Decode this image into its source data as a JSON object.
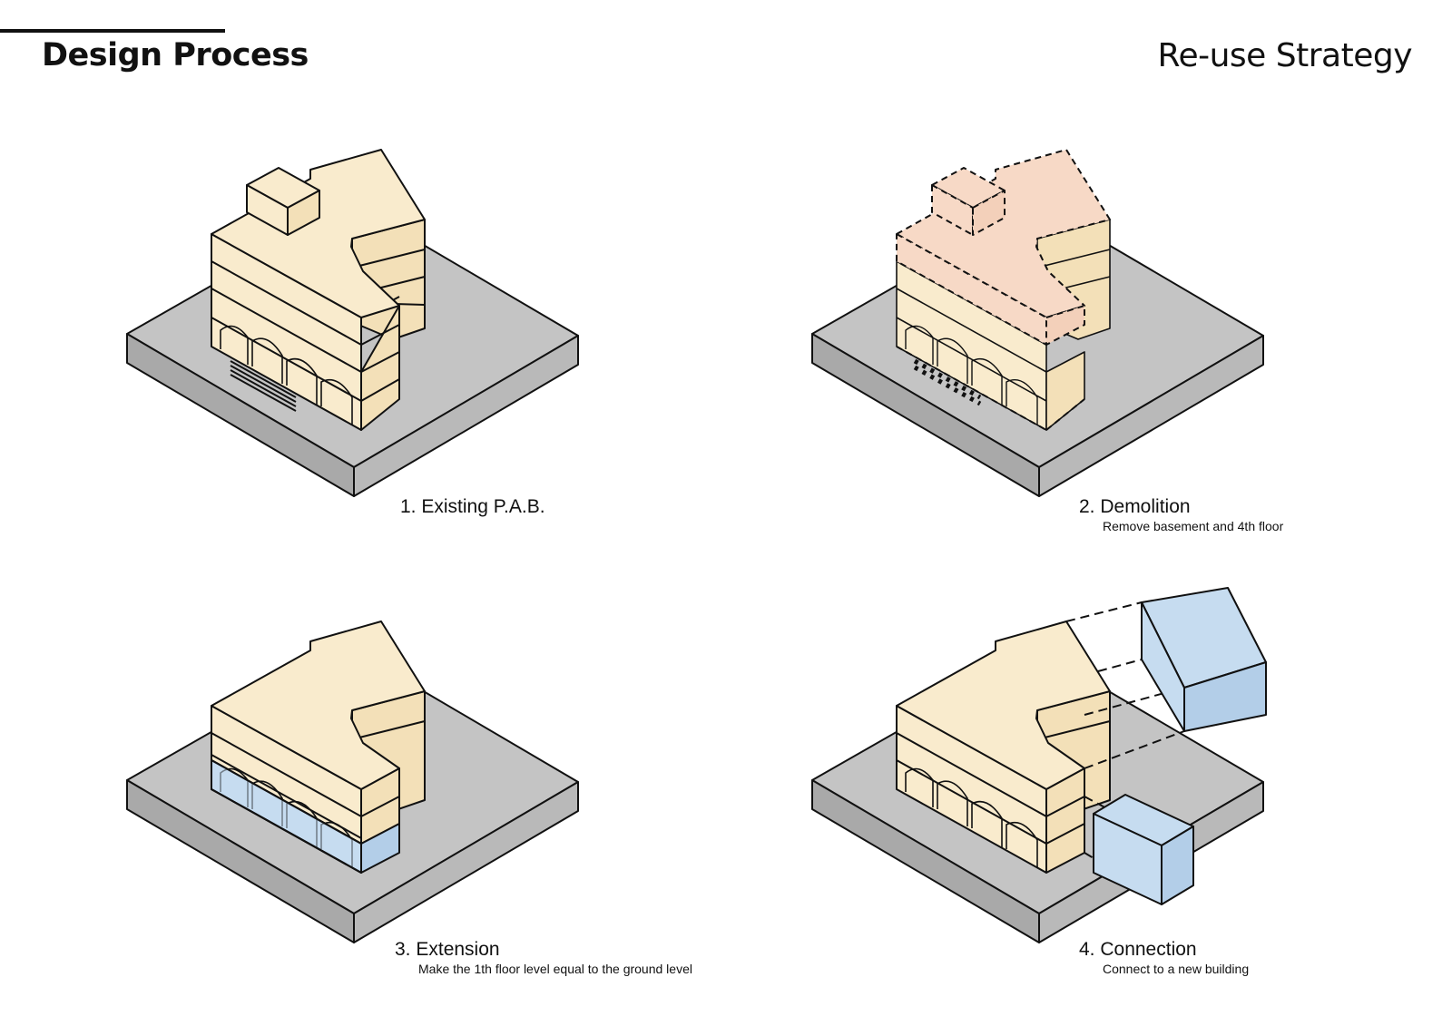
{
  "header": {
    "title": "Design Process",
    "subtitle": "Re-use Strategy"
  },
  "steps": [
    {
      "title": "1. Existing P.A.B.",
      "subtitle": ""
    },
    {
      "title": "2. Demolition",
      "subtitle": "Remove basement and 4th floor"
    },
    {
      "title": "3. Extension",
      "subtitle": "Make the 1th floor level equal to the ground level"
    },
    {
      "title": "4. Connection",
      "subtitle": "Connect to a new building"
    }
  ],
  "colors": {
    "site_top": "#c4c4c4",
    "site_left": "#aaaaaa",
    "site_right": "#b8b8b8",
    "existing_building": "#f9ebcd",
    "existing_building_side": "#f3e0b8",
    "demolished": "#f7d9c6",
    "new_extension": "#c6dcf0",
    "new_extension_side": "#b3cee8",
    "outline": "#111111"
  }
}
